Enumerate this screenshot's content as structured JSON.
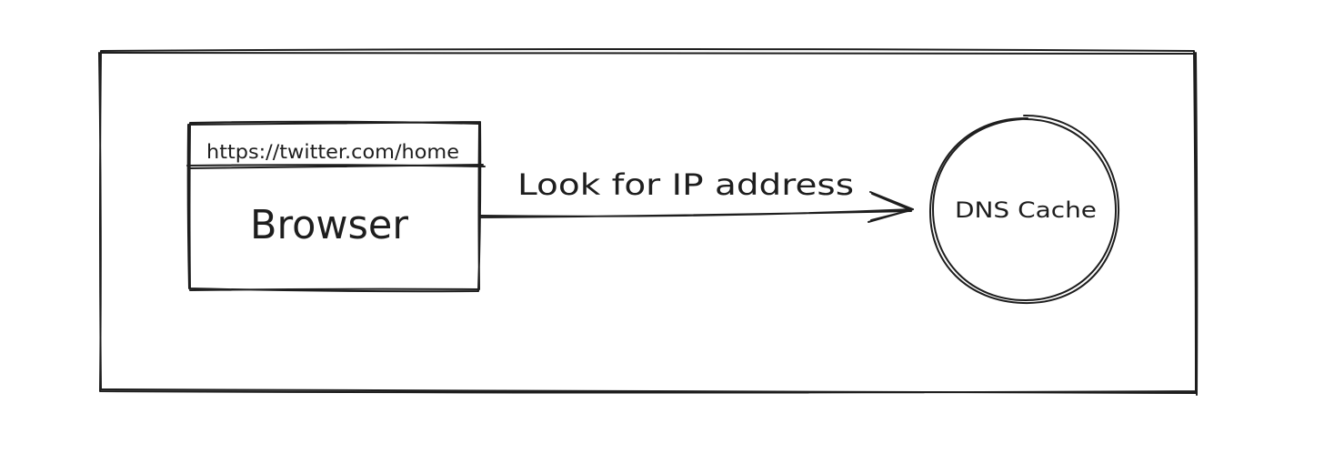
{
  "browser": {
    "url": "https://twitter.com/home",
    "label": "Browser"
  },
  "edge": {
    "label": "Look for IP address"
  },
  "dns_cache": {
    "label": "DNS Cache"
  },
  "colors": {
    "stroke": "#1e1e1e",
    "background": "#ffffff"
  }
}
